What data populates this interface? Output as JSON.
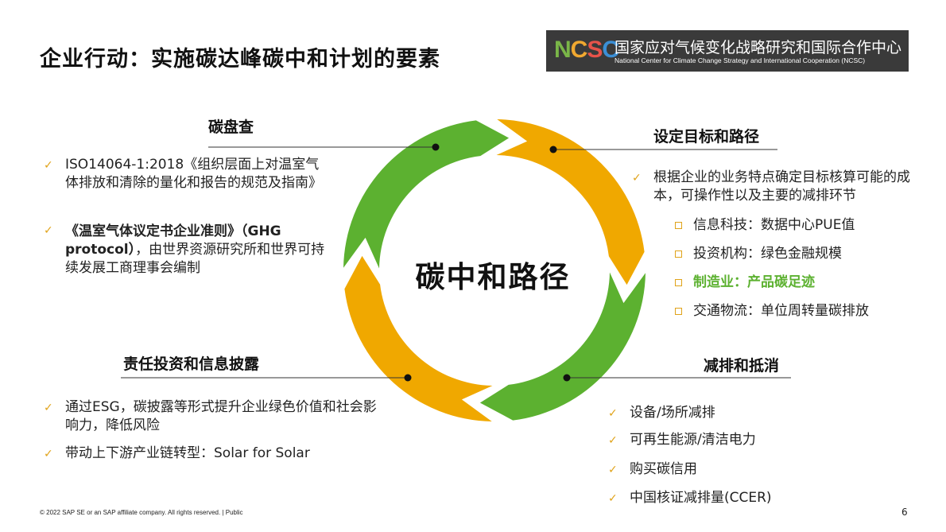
{
  "title": "企业行动：实施碳达峰碳中和计划的要素",
  "logo": {
    "mark": [
      "N",
      "C",
      "S",
      "C"
    ],
    "cn": "国家应对气候变化战略研究和国际合作中心",
    "en": "National Center for Climate Change Strategy and International Cooperation (NCSC)"
  },
  "center_label": "碳中和路径",
  "colors": {
    "green": "#5cb130",
    "orange": "#f0a800",
    "check": "#e0a31a",
    "highlight": "#5cb130"
  },
  "sections": {
    "top_left": {
      "title": "碳盘查",
      "items": [
        "ISO14064-1:2018《组织层面上对温室气体排放和清除的量化和报告的规范及指南》",
        "《温室气体议定书企业准则》（GHG protocol），由世界资源研究所和世界可持续发展工商理事会编制"
      ],
      "item2_bold": "《温室气体议定书企业准则》（GHG protocol）",
      "item2_rest": "，由世界资源研究所和世界可持续发展工商理事会编制"
    },
    "top_right": {
      "title": "设定目标和路径",
      "intro": "根据企业的业务特点确定目标核算可能的成本，可操作性以及主要的减排环节",
      "sub_items": [
        "信息科技：数据中心PUE值",
        "投资机构：绿色金融规模",
        "制造业：产品碳足迹",
        "交通物流：单位周转量碳排放"
      ]
    },
    "bottom_left": {
      "title": "责任投资和信息披露",
      "items": [
        "通过ESG，碳披露等形式提升企业绿色价值和社会影响力，降低风险",
        "带动上下游产业链转型：Solar for Solar"
      ]
    },
    "bottom_right": {
      "title": "减排和抵消",
      "items": [
        "设备/场所减排",
        "可再生能源/清洁电力",
        "购买碳信用",
        "中国核证减排量(CCER)"
      ]
    }
  },
  "footer": "© 2022 SAP SE or an SAP affiliate company. All rights reserved. | Public",
  "page_number": "6"
}
